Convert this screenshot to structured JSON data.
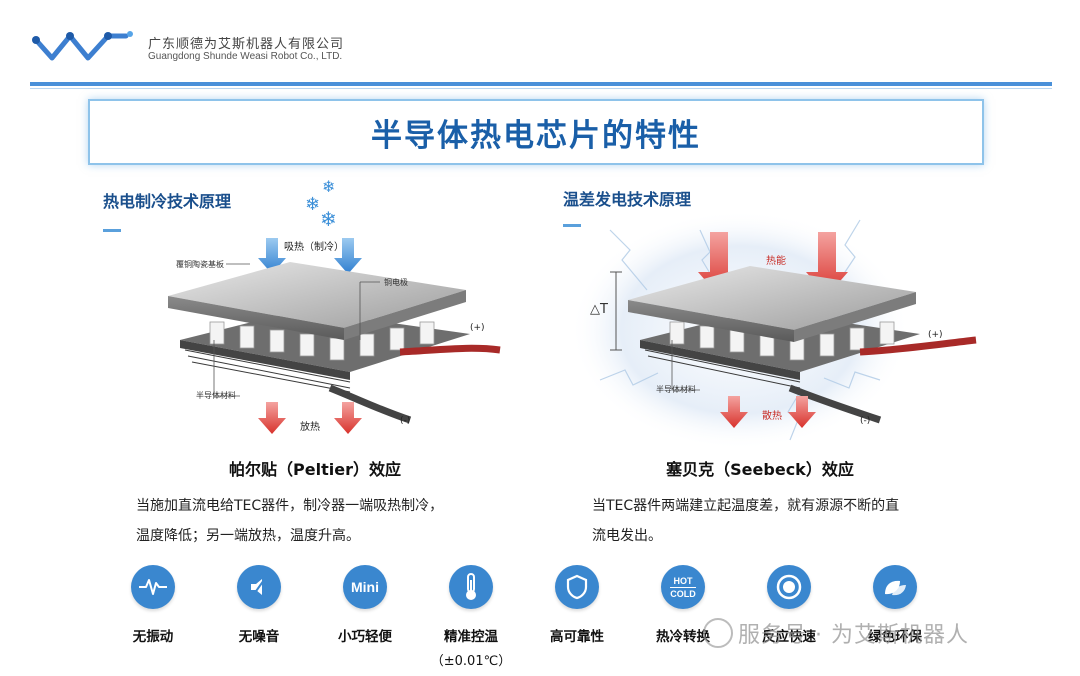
{
  "header": {
    "company_cn": "广东顺德为艾斯机器人有限公司",
    "company_en": "Guangdong Shunde Weasi Robot Co., LTD."
  },
  "page_title": "半导体热电芯片的特性",
  "left_section": {
    "heading": "热电制冷技术原理",
    "labels": {
      "absorb": "吸热（制冷）",
      "ceramic": "覆铜陶瓷基板",
      "electrode": "铜电极",
      "semiconductor": "半导体材料",
      "release": "放热",
      "plus": "(+)",
      "minus": "(-)"
    },
    "effect_title": "帕尔贴（Peltier）效应",
    "desc_line1": "当施加直流电给TEC器件，制冷器一端吸热制冷，",
    "desc_line2": "温度降低；另一端放热，温度升高。"
  },
  "right_section": {
    "heading": "温差发电技术原理",
    "labels": {
      "heat_in": "热能",
      "delta_t": "△T",
      "semiconductor": "半导体材料",
      "heat_out": "散热",
      "plus": "(+)",
      "minus": "(-)"
    },
    "effect_title": "塞贝克（Seebeck）效应",
    "desc_line1": "当TEC器件两端建立起温度差，就有源源不断的直",
    "desc_line2": "流电发出。"
  },
  "features": [
    {
      "label": "无振动",
      "icon": "vibration-icon"
    },
    {
      "label": "无噪音",
      "icon": "mute-icon",
      "sub": ""
    },
    {
      "label": "小巧轻便",
      "icon": "mini-icon",
      "icon_text": "Mini"
    },
    {
      "label": "精准控温",
      "icon": "thermometer-icon",
      "sub": "（±0.01℃）"
    },
    {
      "label": "高可靠性",
      "icon": "shield-icon"
    },
    {
      "label": "热冷转换",
      "icon": "hot-cold-icon",
      "icon_text_top": "HOT",
      "icon_text_bottom": "COLD"
    },
    {
      "label": "反应快速",
      "icon": "target-icon"
    },
    {
      "label": "绿色环保",
      "icon": "leaf-icon"
    }
  ],
  "watermark": "服务号 · 为艾斯机器人",
  "colors": {
    "brand_blue": "#1a5fa8",
    "icon_blue": "#3a87cf",
    "arrow_red": "#e0443c",
    "arrow_blue": "#3b8fd8"
  }
}
